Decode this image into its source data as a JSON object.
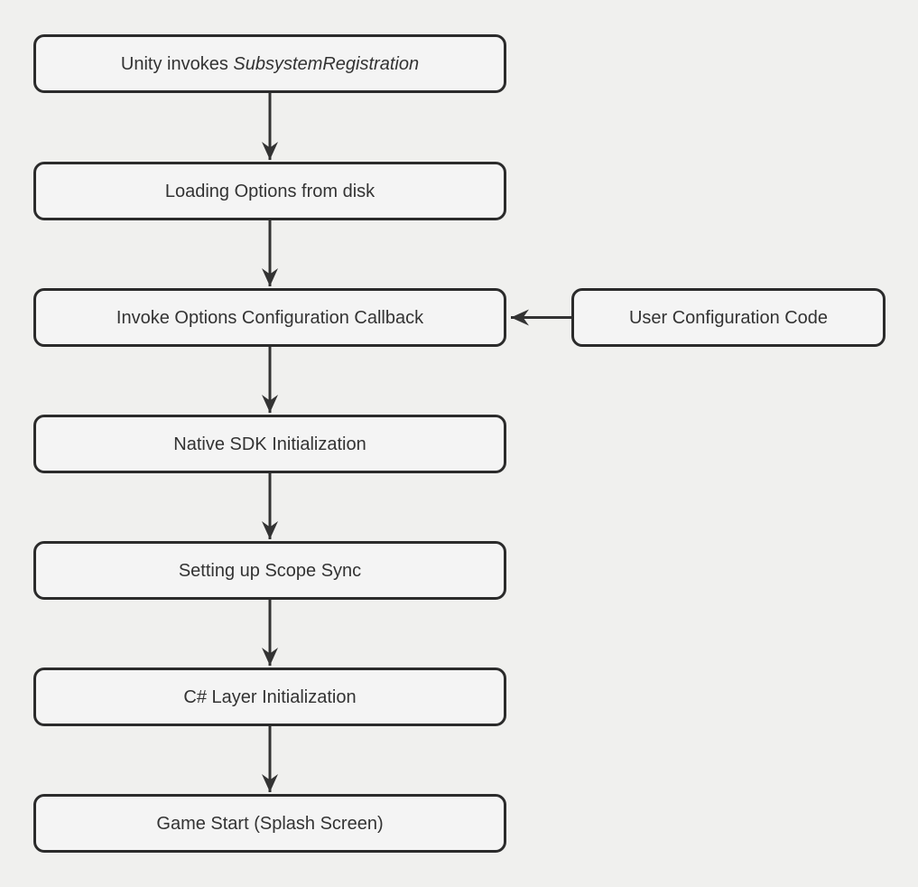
{
  "colors": {
    "background": "#f0f0ee",
    "node_fill": "#f4f4f4",
    "node_border": "#2b2b2b",
    "arrow": "#333333",
    "text": "#333333"
  },
  "flow": {
    "nodes": {
      "subsystem_registration": {
        "text_before": "Unity invokes ",
        "text_italic": "SubsystemRegistration"
      },
      "loading_options": {
        "label": "Loading Options from disk"
      },
      "invoke_callback": {
        "label": "Invoke Options Configuration Callback"
      },
      "user_config": {
        "label": "User Configuration Code"
      },
      "native_sdk": {
        "label": "Native SDK Initialization"
      },
      "scope_sync": {
        "label": "Setting up Scope Sync"
      },
      "csharp_layer": {
        "label": "C# Layer Initialization"
      },
      "game_start": {
        "label": "Game Start (Splash Screen)"
      }
    },
    "edges": [
      {
        "from": "subsystem_registration",
        "to": "loading_options"
      },
      {
        "from": "loading_options",
        "to": "invoke_callback"
      },
      {
        "from": "user_config",
        "to": "invoke_callback"
      },
      {
        "from": "invoke_callback",
        "to": "native_sdk"
      },
      {
        "from": "native_sdk",
        "to": "scope_sync"
      },
      {
        "from": "scope_sync",
        "to": "csharp_layer"
      },
      {
        "from": "csharp_layer",
        "to": "game_start"
      }
    ]
  }
}
